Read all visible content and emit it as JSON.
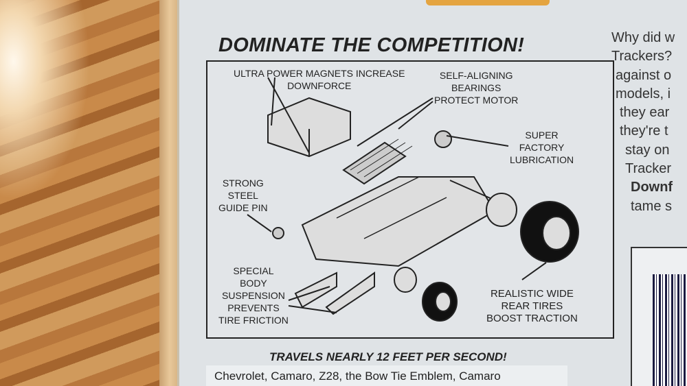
{
  "title": "DOMINATE THE COMPETITION!",
  "labels": {
    "magnets": [
      "ULTRA POWER MAGNETS INCREASE",
      "DOWNFORCE"
    ],
    "bearings": [
      "SELF-ALIGNING",
      "BEARINGS",
      "PROTECT MOTOR"
    ],
    "lubrication": [
      "SUPER",
      "FACTORY",
      "LUBRICATION"
    ],
    "guide_pin": [
      "STRONG",
      "STEEL",
      "GUIDE PIN"
    ],
    "suspension": [
      "SPECIAL",
      "BODY",
      "SUSPENSION",
      "PREVENTS",
      "TIRE FRICTION"
    ],
    "tires": [
      "REALISTIC WIDE",
      "REAR TIRES",
      "BOOST TRACTION"
    ]
  },
  "tagline": "TRAVELS NEARLY 12 FEET PER SECOND!",
  "legal": "Chevrolet, Camaro, Z28, the Bow Tie Emblem, Camaro",
  "side_text": [
    "Why did w",
    "Trackers?",
    "against o",
    "models, i",
    "they ear",
    "they're t",
    "stay on",
    "Tracker",
    "Downf",
    "tame s"
  ]
}
